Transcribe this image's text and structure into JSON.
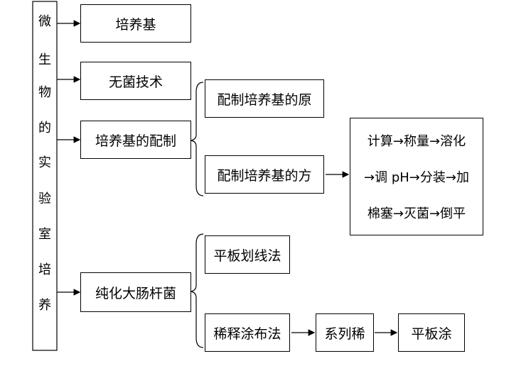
{
  "vertical_title": [
    "微",
    "生",
    "物",
    "的",
    "实",
    "验",
    "室",
    "培",
    "养"
  ],
  "nodes": {
    "culture_medium": "培养基",
    "aseptic": "无菌技术",
    "prep_medium": "培养基的配制",
    "prep_principle": "配制培养基的原",
    "prep_method": "配制培养基的方",
    "steps": [
      "计算→称量→溶化",
      "→调 pH→分装→加",
      "棉塞→灭菌→倒平"
    ],
    "purify_ecoli": "纯化大肠杆菌",
    "streak_plate": "平板划线法",
    "dilution_spread": "稀释涂布法",
    "serial_dilution": "系列稀",
    "plate_spread": "平板涂"
  }
}
